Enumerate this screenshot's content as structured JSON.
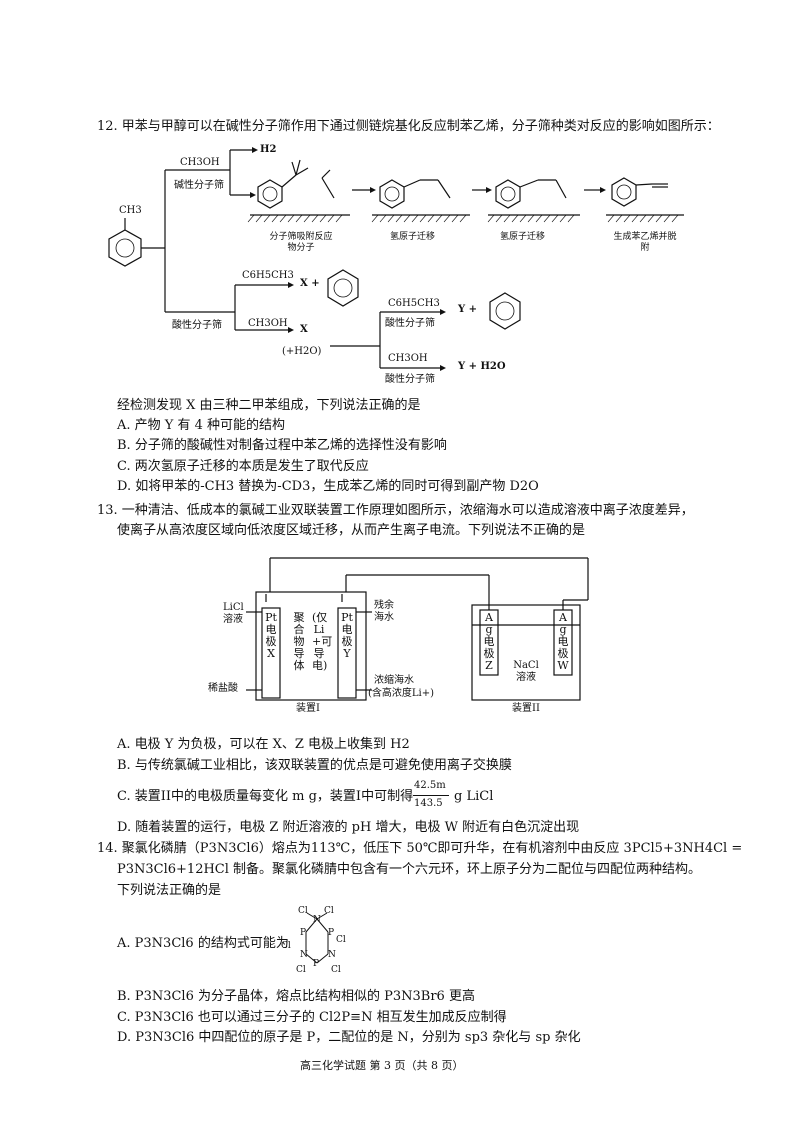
{
  "q12": {
    "stem": "12. 甲苯与甲醇可以在碱性分子筛作用下通过侧链烷基化反应制苯乙烯，分子筛种类对反应的影响如图所示：",
    "scheme": {
      "ch3": "CH3",
      "meoh": "CH3OH",
      "basic_sieve": "碱性分子筛",
      "h2": "H2",
      "stage1": "分子筛吸附反应物分子",
      "stage2": "氢原子迁移",
      "stage3": "氢原子迁移",
      "stage4": "生成苯乙烯并脱附",
      "c6h5ch3": "C6H5CH3",
      "x_plus": "X +",
      "meoh2": "CH3OH",
      "acid_sieve": "酸性分子筛",
      "x": "X",
      "h2o_paren": "(+H2O)",
      "c6h5ch3_2": "C6H5CH3",
      "acid_sieve2": "酸性分子筛",
      "y_plus": "Y +",
      "meoh3": "CH3OH",
      "acid_sieve3": "酸性分子筛",
      "y_h2o": "Y + H2O"
    },
    "note": "经检测发现 X 由三种二甲苯组成，下列说法正确的是",
    "options": [
      "A. 产物 Y 有 4 种可能的结构",
      "B. 分子筛的酸碱性对制备过程中苯乙烯的选择性没有影响",
      "C. 两次氢原子迁移的本质是发生了取代反应",
      "D. 如将甲苯的-CH3 替换为-CD3，生成苯乙烯的同时可得到副产物 D2O"
    ]
  },
  "q13": {
    "stem1": "13. 一种清洁、低成本的氯碱工业双联装置工作原理如图所示，浓缩海水可以造成溶液中离子浓度差异，",
    "stem2": "使离子从高浓度区域向低浓度区域迁移，从而产生离子电流。下列说法不正确的是",
    "device": {
      "licl": "LiCl溶液",
      "hcl": "稀盐酸",
      "pt_x": "Pt电极X",
      "polymer": "聚合物导体",
      "li_only": "(仅Li+可导电)",
      "pt_y": "Pt电极Y",
      "residual": "残余海水",
      "concentrated": "浓缩海水",
      "high_li": "(含高浓度Li+)",
      "device1": "装置I",
      "ag_z": "Ag电极Z",
      "ag_w": "Ag电极W",
      "nacl": "NaCl溶液",
      "device2": "装置II"
    },
    "options": [
      "A. 电极 Y 为负极，可以在 X、Z 电极上收集到 H2",
      "B. 与传统氯碱工业相比，该双联装置的优点是可避免使用离子交换膜",
      "C. 装置II中的电极质量每变化 m g，装置I中可制得",
      "D. 随着装置的运行，电极 Z 附近溶液的 pH 增大，电极 W 附近有白色沉淀出现"
    ],
    "frac_num": "42.5m",
    "frac_den": "143.5",
    "frac_unit": "g LiCl"
  },
  "q14": {
    "stem1": "14. 聚氯化磷腈（P3N3Cl6）熔点为113℃，低压下 50℃即可升华，在有机溶剂中由反应 3PCl5+3NH4Cl =",
    "stem2": "P3N3Cl6+12HCl 制备。聚氯化磷腈中包含有一个六元环，环上原子分为二配位与四配位两种结构。",
    "stem3": "下列说法正确的是",
    "option_a": "A. P3N3Cl6 的结构式可能为",
    "ring": {
      "cl": "Cl",
      "p": "P",
      "n": "N"
    },
    "options": [
      "B. P3N3Cl6 为分子晶体，熔点比结构相似的 P3N3Br6 更高",
      "C. P3N3Cl6 也可以通过三分子的 Cl2P≡N 相互发生加成反应制得",
      "D. P3N3Cl6 中四配位的原子是 P，二配位的是 N，分别为 sp3 杂化与 sp 杂化"
    ]
  },
  "footer": "高三化学试题  第 3 页（共 8 页）"
}
